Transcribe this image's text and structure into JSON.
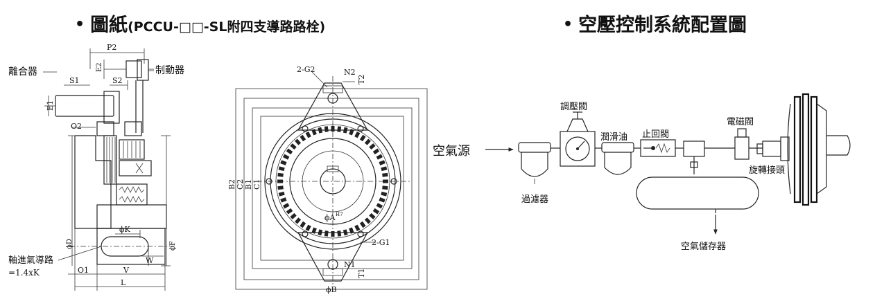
{
  "headings": {
    "left_main": "圖紙",
    "left_sub": "(PCCU-□□-SL附四支導路路栓)",
    "right_main": "空壓控制系統配置圖",
    "bullet": "•"
  },
  "clutch_drawing": {
    "clutch_label": "離合器",
    "brake_label": "制動器",
    "air_path_label": "軸進氣導路",
    "air_path_formula": "=1.4xK",
    "dims": {
      "p2": "P2",
      "e2": "E2",
      "s1": "S1",
      "s2": "S2",
      "e1": "E1",
      "o2": "O2",
      "phi_k": "ϕK",
      "w": "W",
      "phi_d": "ϕD",
      "phi_f": "ϕF",
      "o1": "O1",
      "v": "V",
      "l": "L"
    }
  },
  "front_view": {
    "dims": {
      "g2": "2-G2",
      "n2": "N2",
      "t2": "T2",
      "b2": "B2",
      "c2": "C2",
      "b1": "B1",
      "c1": "C1",
      "phi_a": "ϕA",
      "h7": "H7",
      "g1": "2-G1",
      "n1": "N1",
      "t1": "T1",
      "phi_b": "ϕB"
    }
  },
  "pneumatic": {
    "air_source": "空氣源",
    "regulator": "調壓閥",
    "lubricator": "潤滑油",
    "check_valve": "止回閥",
    "solenoid_valve": "電磁閥",
    "rotary_joint": "旋轉接頭",
    "filter": "過濾器",
    "air_tank": "空氣儲存器"
  }
}
